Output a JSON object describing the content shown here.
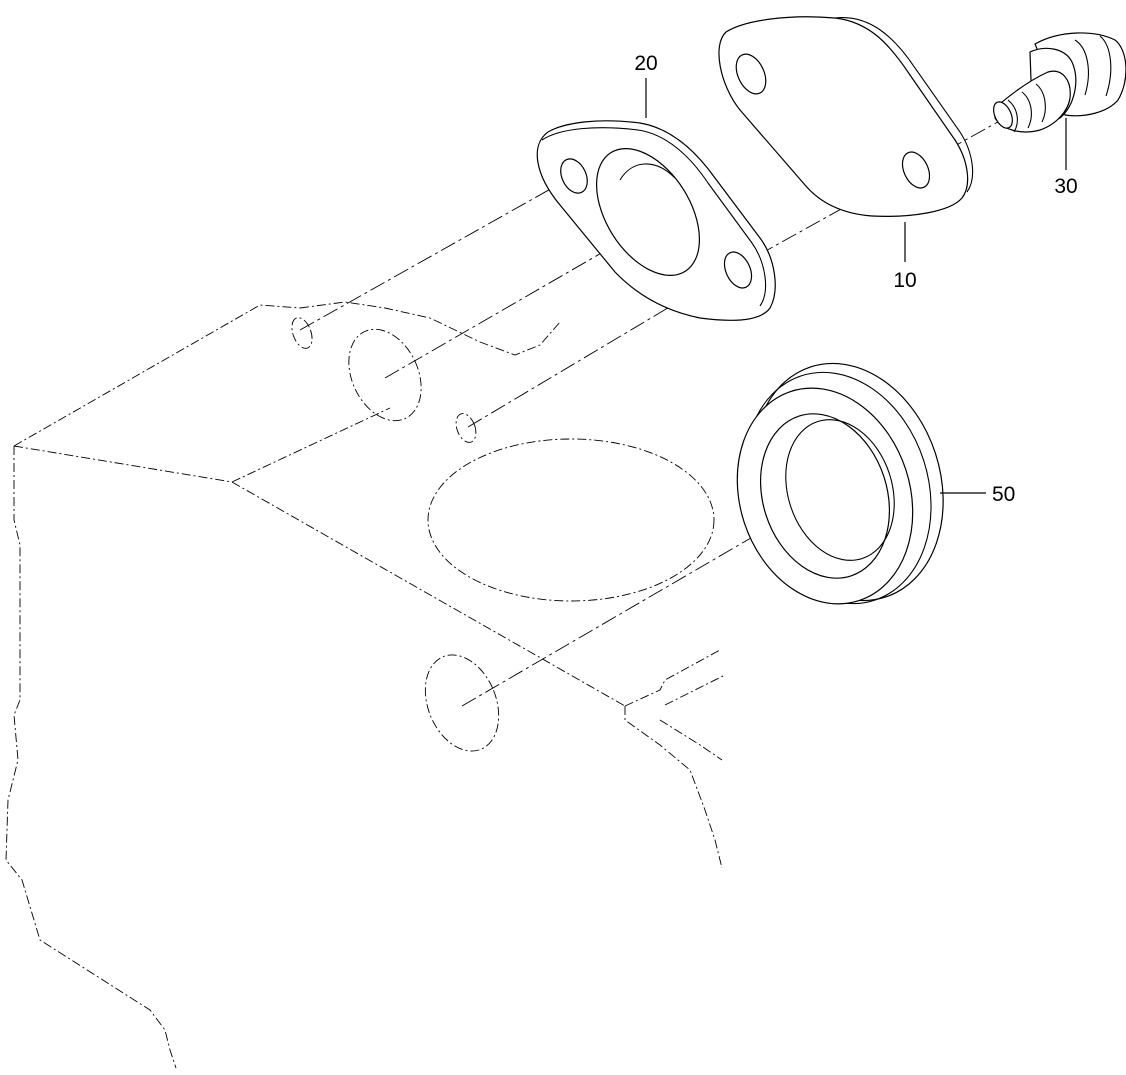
{
  "callouts": {
    "item_10": "10",
    "item_20": "20",
    "item_30": "30",
    "item_50": "50"
  },
  "colors": {
    "line": "#000000",
    "background": "#ffffff"
  }
}
